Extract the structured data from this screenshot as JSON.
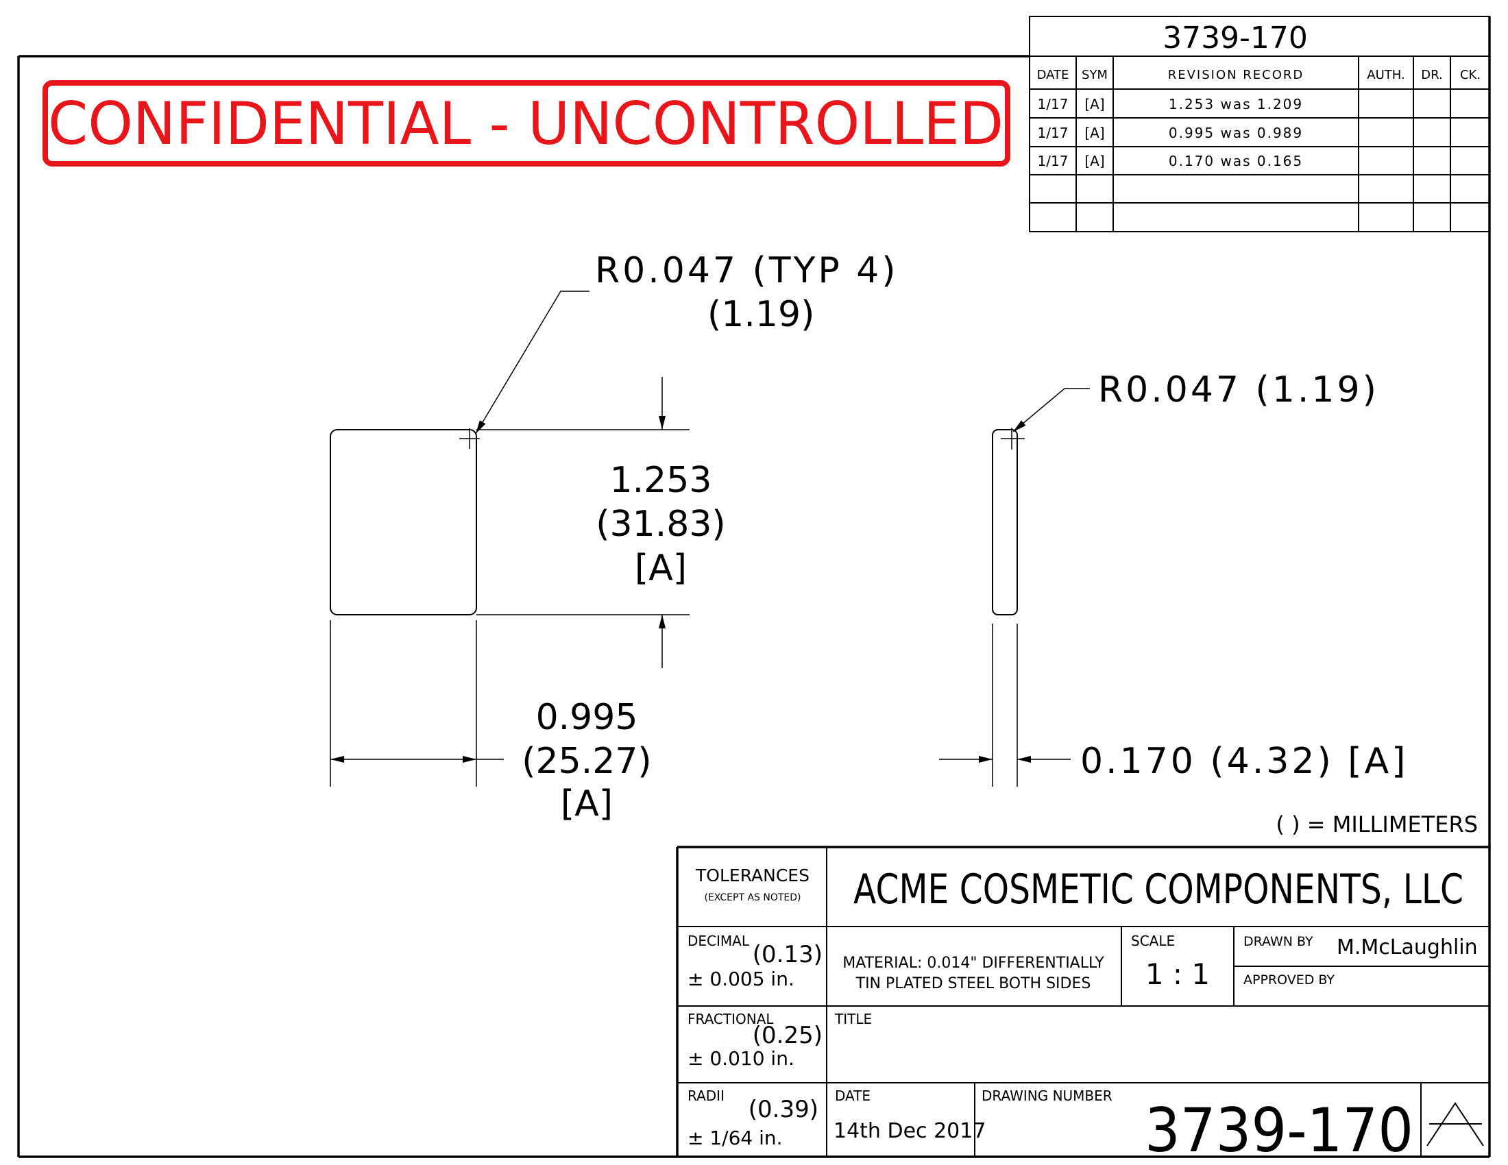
{
  "header_number": "3739-170",
  "confidential_text": "CONFIDENTIAL - UNCONTROLLED",
  "colors": {
    "stamp": "#e8161b",
    "ink": "#000000"
  },
  "revision": {
    "headers": {
      "date": "DATE",
      "sym": "SYM",
      "record": "REVISION RECORD",
      "auth": "AUTH.",
      "dr": "DR.",
      "ck": "CK."
    },
    "rows": [
      {
        "date": "1/17",
        "sym": "[A]",
        "record": "1.253 was 1.209"
      },
      {
        "date": "1/17",
        "sym": "[A]",
        "record": "0.995 was 0.989"
      },
      {
        "date": "1/17",
        "sym": "[A]",
        "record": "0.170 was 0.165"
      }
    ]
  },
  "annotations": {
    "radius_typ_1": "R0.047 (TYP 4)",
    "radius_typ_2": "(1.19)",
    "radius_side": "R0.047 (1.19)",
    "height_1": "1.253",
    "height_2": "(31.83)",
    "height_3": "[A]",
    "width_1": "0.995",
    "width_2": "(25.27)",
    "width_3": "[A]",
    "thickness": "0.170 (4.32) [A]",
    "units_note": "( ) = MILLIMETERS"
  },
  "title_block": {
    "tolerances": "TOLERANCES",
    "except_noted": "(EXCEPT AS NOTED)",
    "company": "ACME COSMETIC COMPONENTS, LLC",
    "decimal_label": "DECIMAL",
    "decimal_mm": "(0.13)",
    "decimal_value": "± 0.005 in.",
    "material_1": "MATERIAL: 0.014\" DIFFERENTIALLY",
    "material_2": "TIN PLATED STEEL BOTH SIDES",
    "scale_label": "SCALE",
    "scale_value": "1 : 1",
    "drawn_by_label": "DRAWN BY",
    "drawn_by_value": "M.McLaughlin",
    "approved_by_label": "APPROVED BY",
    "fractional_label": "FRACTIONAL",
    "fractional_mm": "(0.25)",
    "fractional_value": "± 0.010 in.",
    "title_label": "TITLE",
    "radii_label": "RADII",
    "radii_mm": "(0.39)",
    "radii_value": "± 1/64 in.",
    "date_label": "DATE",
    "date_value": "14th Dec 2017",
    "drawing_number_label": "DRAWING NUMBER",
    "drawing_number": "3739-170",
    "revision_letter": "A"
  }
}
